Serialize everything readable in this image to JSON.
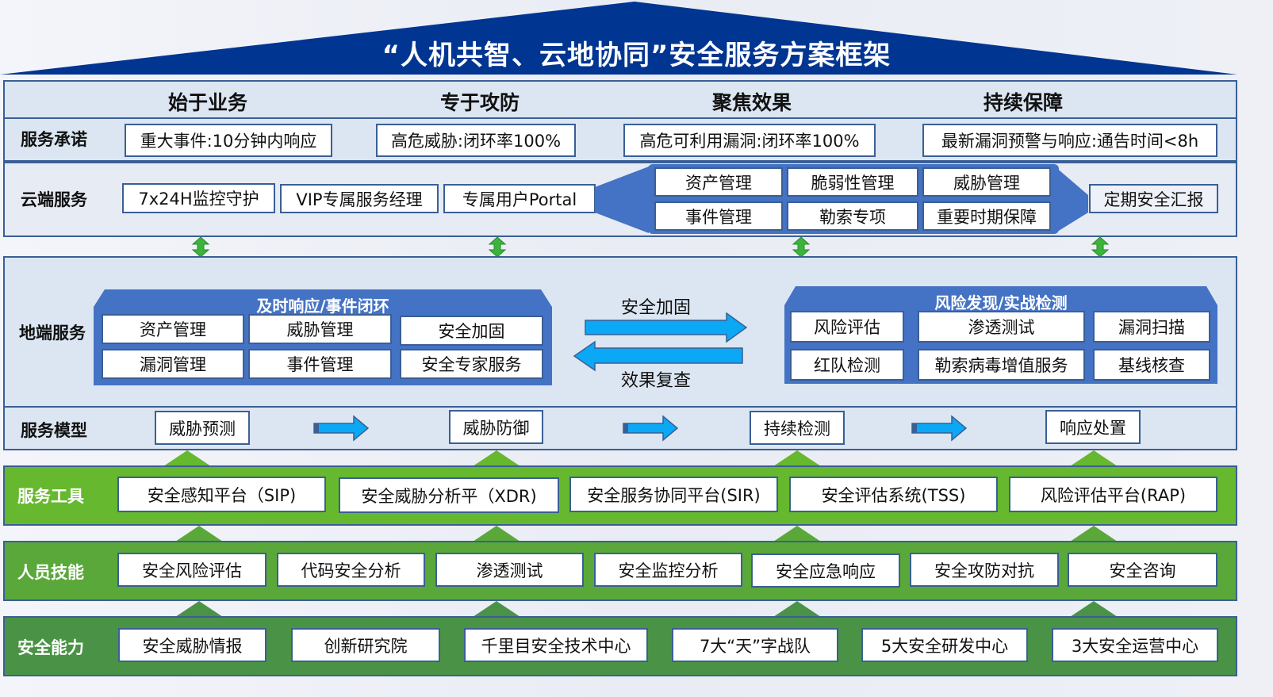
{
  "title": "“人机共智、云地协同”安全服务方案框架",
  "columns": [
    "始于业务",
    "专于攻防",
    "聚焦效果",
    "持续保障"
  ],
  "commitment": {
    "label": "服务承诺",
    "items": [
      "重大事件:10分钟内响应",
      "高危威胁:闭环率100%",
      "高危可利用漏洞:闭环率100%",
      "最新漏洞预警与响应:通告时间<8h"
    ]
  },
  "cloud": {
    "label": "云端服务",
    "left_items": [
      "7x24H监控守护",
      "VIP专属服务经理",
      "专属用户Portal"
    ],
    "grid_items": [
      "资产管理",
      "脆弱性管理",
      "威胁管理",
      "事件管理",
      "勒索专项",
      "重要时期保障"
    ],
    "right_item": "定期安全汇报"
  },
  "ground": {
    "label": "地端服务",
    "left_group": {
      "title": "及时响应/事件闭环",
      "items": [
        "资产管理",
        "威胁管理",
        "安全加固",
        "漏洞管理",
        "事件管理",
        "安全专家服务"
      ]
    },
    "arrow_top_label": "安全加固",
    "arrow_bottom_label": "效果复查",
    "right_group": {
      "title": "风险发现/实战检测",
      "items": [
        "风险评估",
        "渗透测试",
        "漏洞扫描",
        "红队检测",
        "勒索病毒增值服务",
        "基线核查"
      ]
    }
  },
  "model": {
    "label": "服务模型",
    "items": [
      "威胁预测",
      "威胁防御",
      "持续检测",
      "响应处置"
    ]
  },
  "tools": {
    "label": "服务工具",
    "items": [
      "安全感知平台（SIP)",
      "安全威胁分析平（XDR)",
      "安全服务协同平台(SIR)",
      "安全评估系统(TSS)",
      "风险评估平台(RAP)"
    ]
  },
  "skills": {
    "label": "人员技能",
    "items": [
      "安全风险评估",
      "代码安全分析",
      "渗透测试",
      "安全监控分析",
      "安全应急响应",
      "安全攻防对抗",
      "安全咨询"
    ]
  },
  "capability": {
    "label": "安全能力",
    "items": [
      "安全威胁情报",
      "创新研究院",
      "千里目安全技术中心",
      "7大“天”字战队",
      "5大安全研发中心",
      "3大安全运营中心"
    ]
  },
  "colors": {
    "navy": "#003591",
    "border": "#3a5f95",
    "panel": "#dce6f2",
    "group_blue": "#4472c4",
    "arrow_cyan": "#0aa8f5",
    "green_tools": "#66b82e",
    "green_skills": "#5aa83a",
    "green_capability": "#4a9346",
    "updown_green": "#3cb43c"
  }
}
